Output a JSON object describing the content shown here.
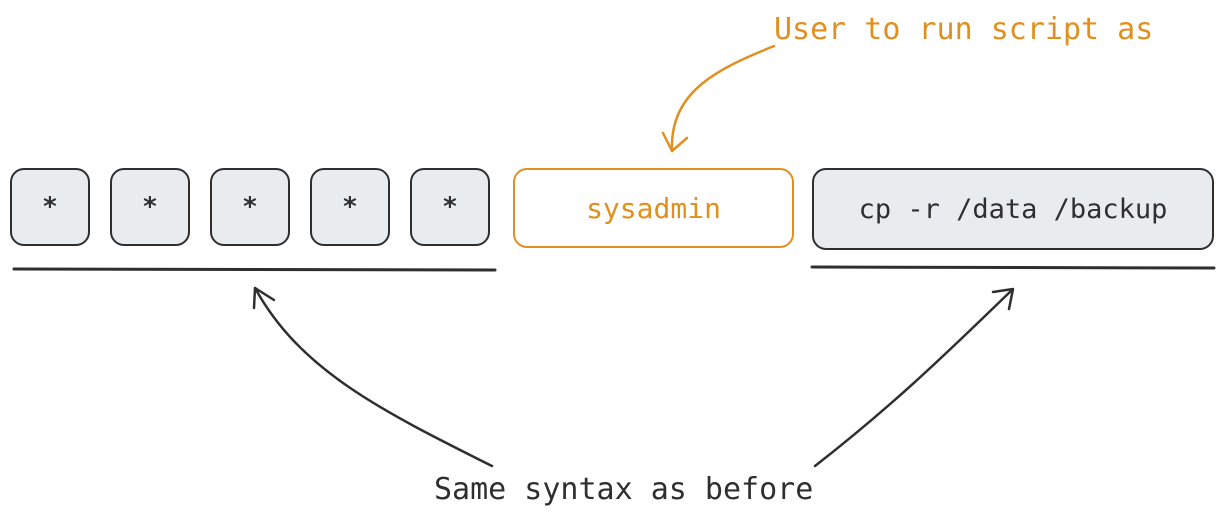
{
  "cron_fields": [
    "*",
    "*",
    "*",
    "*",
    "*"
  ],
  "user_field": "sysadmin",
  "command_field": "cp -r /data /backup",
  "annotations": {
    "user_note": "User to run script as",
    "syntax_note": "Same syntax as before"
  },
  "colors": {
    "accent": "#e0901f",
    "ink": "#2f2f2f",
    "box_fill": "#e9ecef"
  }
}
